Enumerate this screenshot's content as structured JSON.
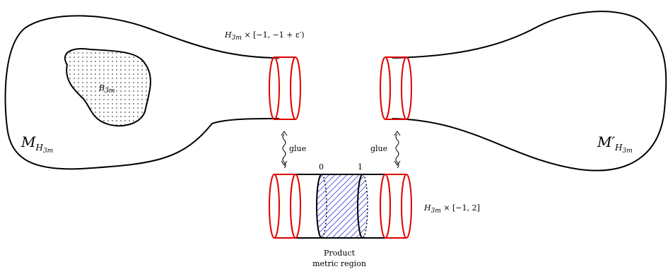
{
  "labels": {
    "interface_top": {
      "base": "H",
      "sub": "3m",
      "rest": " × [−1, −1 + ε′)"
    },
    "ball": {
      "base": "B",
      "sub": "3m"
    },
    "left_manifold": {
      "base": "M",
      "sub": "H",
      "subsub": "3m"
    },
    "right_manifold": {
      "base": "M′",
      "sub": "H",
      "subsub": "3m"
    },
    "glue_left": "glue",
    "glue_right": "glue",
    "tick_0": "0",
    "tick_1": "1",
    "product_label": {
      "base": "H",
      "sub": "3m",
      "rest": " × [−1, 2]"
    },
    "region_line1": "Product",
    "region_line2": "metric region"
  },
  "colors": {
    "outline": "#000000",
    "cylinder": "#e00000",
    "hatch": "#0000cc",
    "dots": "#777777"
  }
}
